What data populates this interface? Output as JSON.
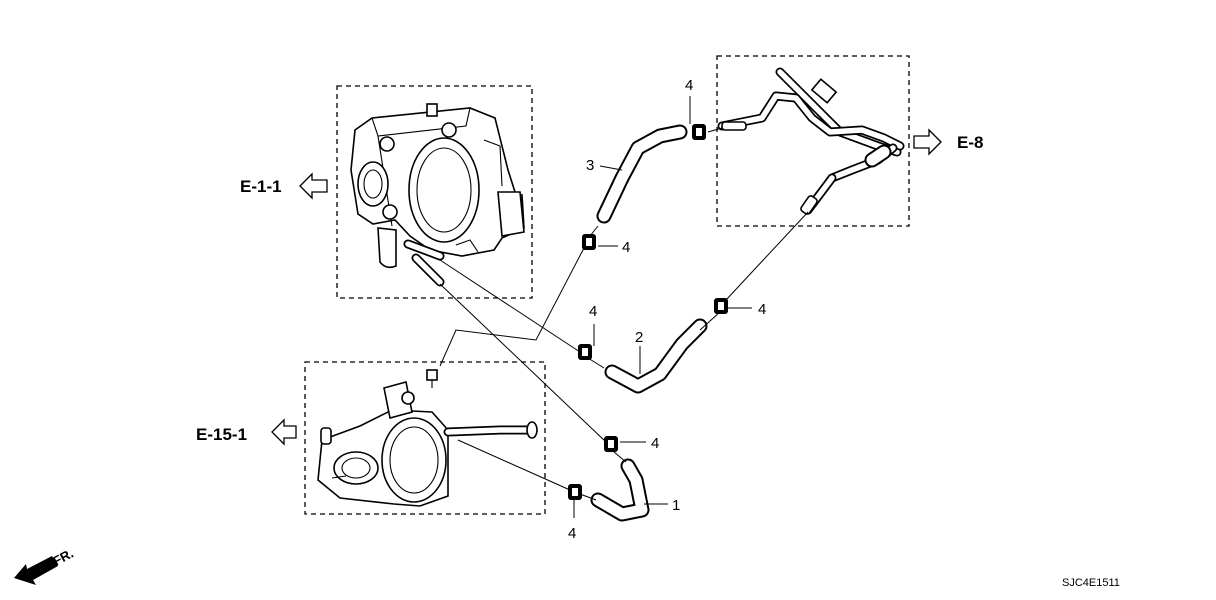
{
  "refs": {
    "e11": "E-1-1",
    "e8": "E-8",
    "e151": "E-15-1"
  },
  "callouts": {
    "c1": "1",
    "c2": "2",
    "c3": "3",
    "c4a": "4",
    "c4b": "4",
    "c4c": "4",
    "c4d": "4",
    "c4e": "4",
    "c4f": "4"
  },
  "direction": "FR.",
  "diagram_code": "SJC4E1511"
}
